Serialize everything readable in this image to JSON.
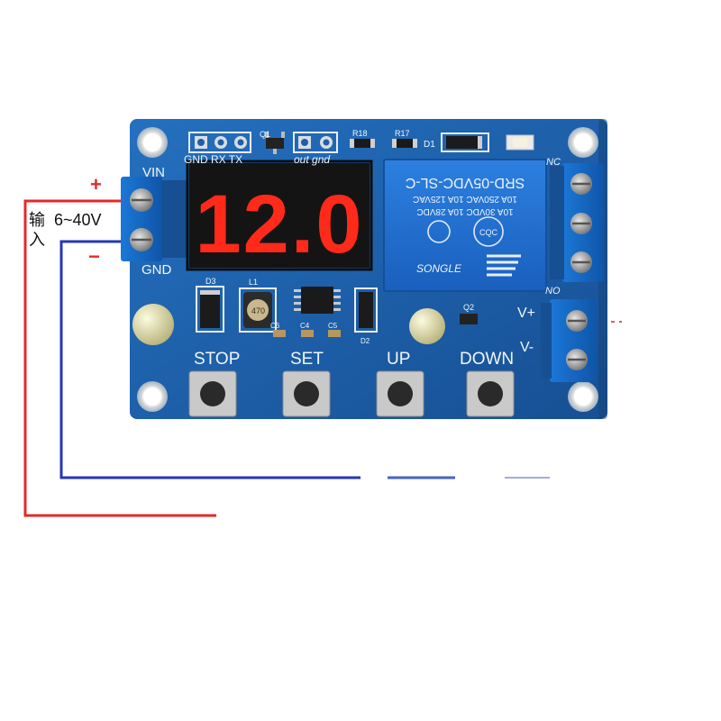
{
  "input": {
    "plus": "+",
    "minus": "−",
    "label_cn_1": "输",
    "label_cn_2": "入",
    "voltage": "6~40V"
  },
  "board": {
    "vin": "VIN",
    "gnd": "GND",
    "header_pins": "GND RX TX",
    "q1": "Q1",
    "out_gnd": "out gnd",
    "r18": "R18",
    "r17": "R17",
    "d1": "D1",
    "display": "12.0",
    "d3": "D3",
    "l1": "L1",
    "inductor": "470",
    "c6": "C6",
    "c4": "C4",
    "c5": "C5",
    "d2": "D2",
    "q2": "Q2",
    "nc": "NC",
    "no": "NO",
    "v_plus": "V+",
    "v_minus": "V-"
  },
  "relay": {
    "model": "SRD-05VDC-SL-C",
    "rating_1": "10A 250VAC  10A 125VAC",
    "rating_2": "10A 30VDC  10A 28VDC",
    "brand": "SONGLE",
    "cert": "CQC"
  },
  "buttons": {
    "stop": "STOP",
    "set": "SET",
    "up": "UP",
    "down": "DOWN"
  },
  "colors": {
    "pcb": "#1d5fa8",
    "display_on": "#ff2a1a",
    "relay": "#1e6fd0",
    "wire_red": "#e32a2a",
    "wire_blue": "#2437b8"
  }
}
